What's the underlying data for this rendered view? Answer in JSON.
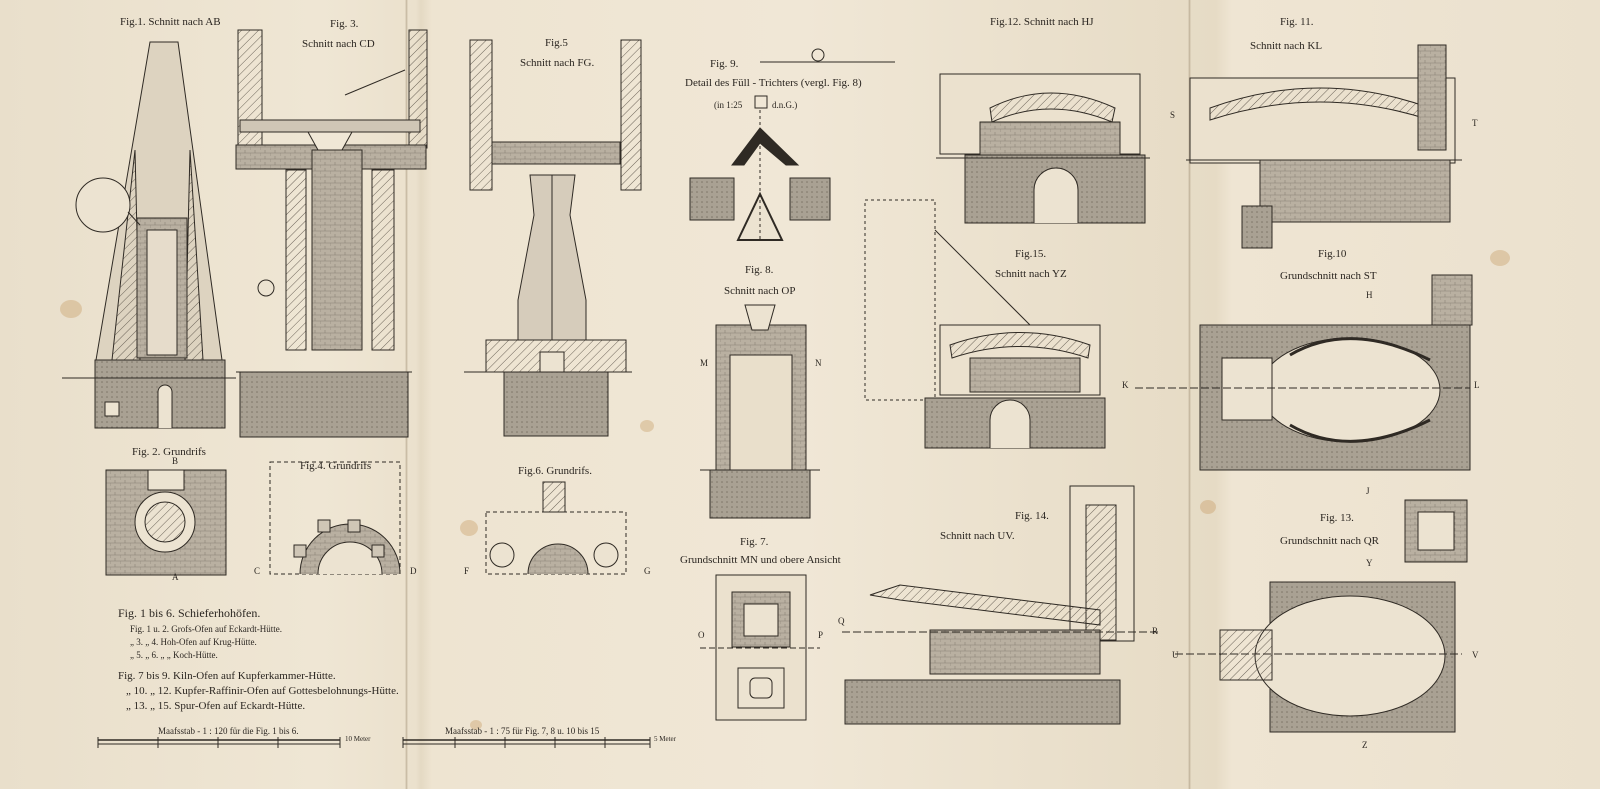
{
  "figures": {
    "fig1": "Fig.1. Schnitt nach AB",
    "fig3_a": "Fig. 3.",
    "fig3_b": "Schnitt nach CD",
    "fig5_a": "Fig.5",
    "fig5_b": "Schnitt nach FG.",
    "fig9_a": "Fig. 9.",
    "fig9_b": "Detail des Füll - Trichters (vergl. Fig. 8)",
    "fig9_c": "(in 1:25",
    "fig9_d": "d.n.G.)",
    "fig12": "Fig.12. Schnitt nach HJ",
    "fig11_a": "Fig. 11.",
    "fig11_b": "Schnitt nach KL",
    "fig8_a": "Fig. 8.",
    "fig8_b": "Schnitt nach OP",
    "fig15_a": "Fig.15.",
    "fig15_b": "Schnitt nach YZ",
    "fig10_a": "Fig.10",
    "fig10_b": "Grundschnitt nach ST",
    "fig2": "Fig. 2. Grundrifs",
    "fig4": "Fig.4. Grundrifs",
    "fig6": "Fig.6. Grundrifs.",
    "fig7_a": "Fig. 7.",
    "fig7_b": "Grundschnitt MN und obere Ansicht",
    "fig14_a": "Fig. 14.",
    "fig14_b": "Schnitt nach UV.",
    "fig13_a": "Fig. 13.",
    "fig13_b": "Grundschnitt nach QR"
  },
  "letters": {
    "S": "S",
    "T": "T",
    "M": "M",
    "N": "N",
    "K": "K",
    "L": "L",
    "B": "B",
    "A": "A",
    "C": "C",
    "D": "D",
    "F": "F",
    "G": "G",
    "O": "O",
    "P": "P",
    "Q": "Q",
    "R": "R",
    "U": "U",
    "V": "V",
    "H": "H",
    "J": "J",
    "Y": "Y",
    "Z": "Z"
  },
  "legend": {
    "title": "Fig. 1 bis 6. Schieferhohöfen.",
    "l1": "Fig. 1 u. 2. Grofs-Ofen auf Eckardt-Hütte.",
    "l2": "„ 3. „ 4. Hoh-Ofen auf Krug-Hütte.",
    "l3": "„ 5. „ 6.   „   „   Koch-Hütte.",
    "l4": "Fig. 7 bis 9. Kiln-Ofen auf Kupferkammer-Hütte.",
    "l5": "„ 10. „ 12. Kupfer-Raffinir-Ofen auf Gottesbelohnungs-Hütte.",
    "l6": "„ 13. „ 15. Spur-Ofen auf Eckardt-Hütte."
  },
  "scales": {
    "s1": "Maafsstab - 1 : 120 für die Fig. 1 bis 6.",
    "s2": "Maafsstab - 1 : 75 für Fig. 7, 8 u. 10 bis 15",
    "unit1": "10 Meter",
    "unit2": "5 Meter"
  }
}
